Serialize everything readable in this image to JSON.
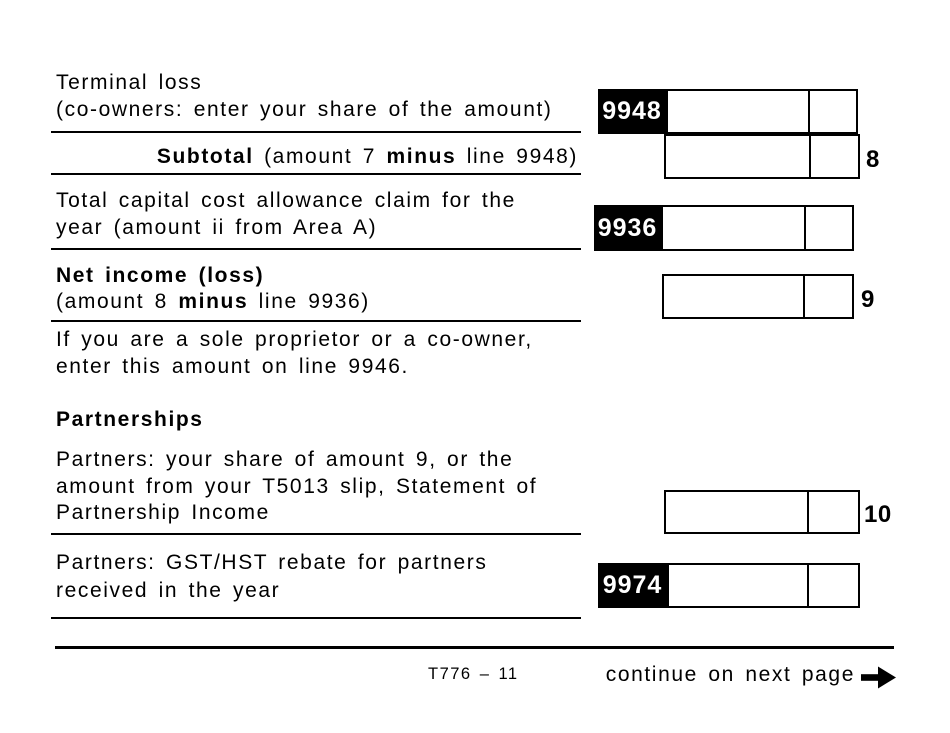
{
  "colors": {
    "ink": "#000000",
    "paper": "#ffffff"
  },
  "rows": {
    "terminal_loss": {
      "line1": "Terminal loss",
      "line2": "(co-owners: enter your share of the amount)",
      "code": "9948"
    },
    "subtotal": {
      "seg1": "Subtotal",
      "seg2": " (amount 7 ",
      "seg3": "minus",
      "seg4": " line 9948)",
      "side_number": "8"
    },
    "cca": {
      "line1": "Total capital cost allowance claim for the",
      "line2": "year (amount ii from Area A)",
      "code": "9936"
    },
    "net_income": {
      "line1": "Net income (loss)",
      "seg1": "(amount 8 ",
      "seg2": "minus",
      "seg3": " line 9936)",
      "side_number": "9"
    },
    "sole_note": {
      "line1": "If you are a sole proprietor or a co-owner,",
      "line2": "enter this amount on line 9946."
    },
    "partnerships": {
      "heading": "Partnerships"
    },
    "partners_share": {
      "line1": "Partners: your share of amount 9, or the",
      "line2": "amount from your T5013 slip, Statement of",
      "line3": "Partnership Income",
      "side_number": "10"
    },
    "partners_gst": {
      "line1": "Partners: GST/HST rebate for partners",
      "line2": "received in the year",
      "code": "9974"
    }
  },
  "fields": {
    "f9948": {
      "value": ""
    },
    "subtotal8": {
      "value": ""
    },
    "f9936": {
      "value": ""
    },
    "net_income9": {
      "value": ""
    },
    "amount10": {
      "value": ""
    },
    "f9974": {
      "value": ""
    }
  },
  "footer": {
    "form_code": "T776 – 11",
    "continue_text": "continue on next page",
    "arrow_icon": "arrow-right"
  }
}
